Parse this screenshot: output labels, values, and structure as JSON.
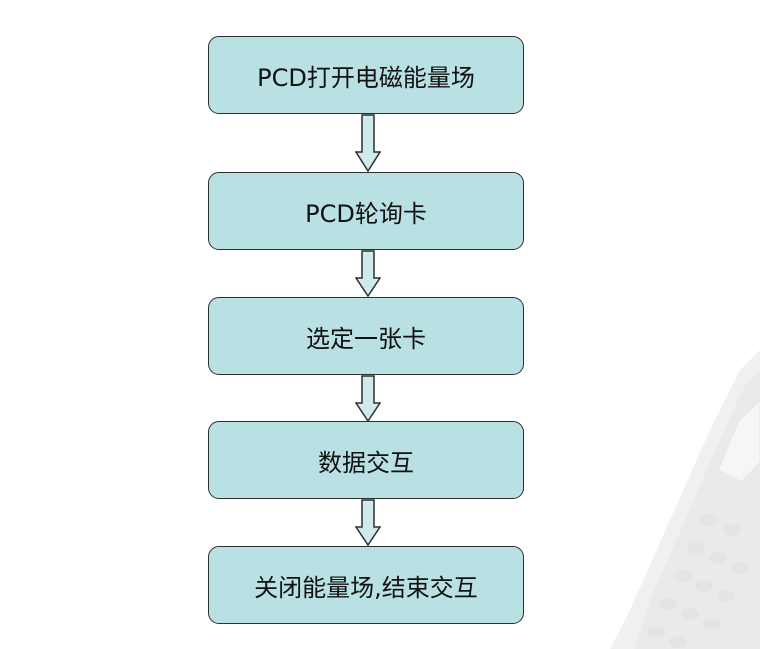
{
  "flowchart": {
    "steps": [
      {
        "label": "PCD打开电磁能量场"
      },
      {
        "label": "PCD轮询卡"
      },
      {
        "label": "选定一张卡"
      },
      {
        "label": "数据交互"
      },
      {
        "label": "关闭能量场,结束交互"
      }
    ]
  },
  "colors": {
    "box_fill": "#b9e0e2",
    "box_border": "#2f2f2f",
    "arrow_fill": "#cfeaec",
    "background": "#ffffff"
  },
  "icons": [
    "down-arrow-icon",
    "pos-terminal-watermark"
  ]
}
